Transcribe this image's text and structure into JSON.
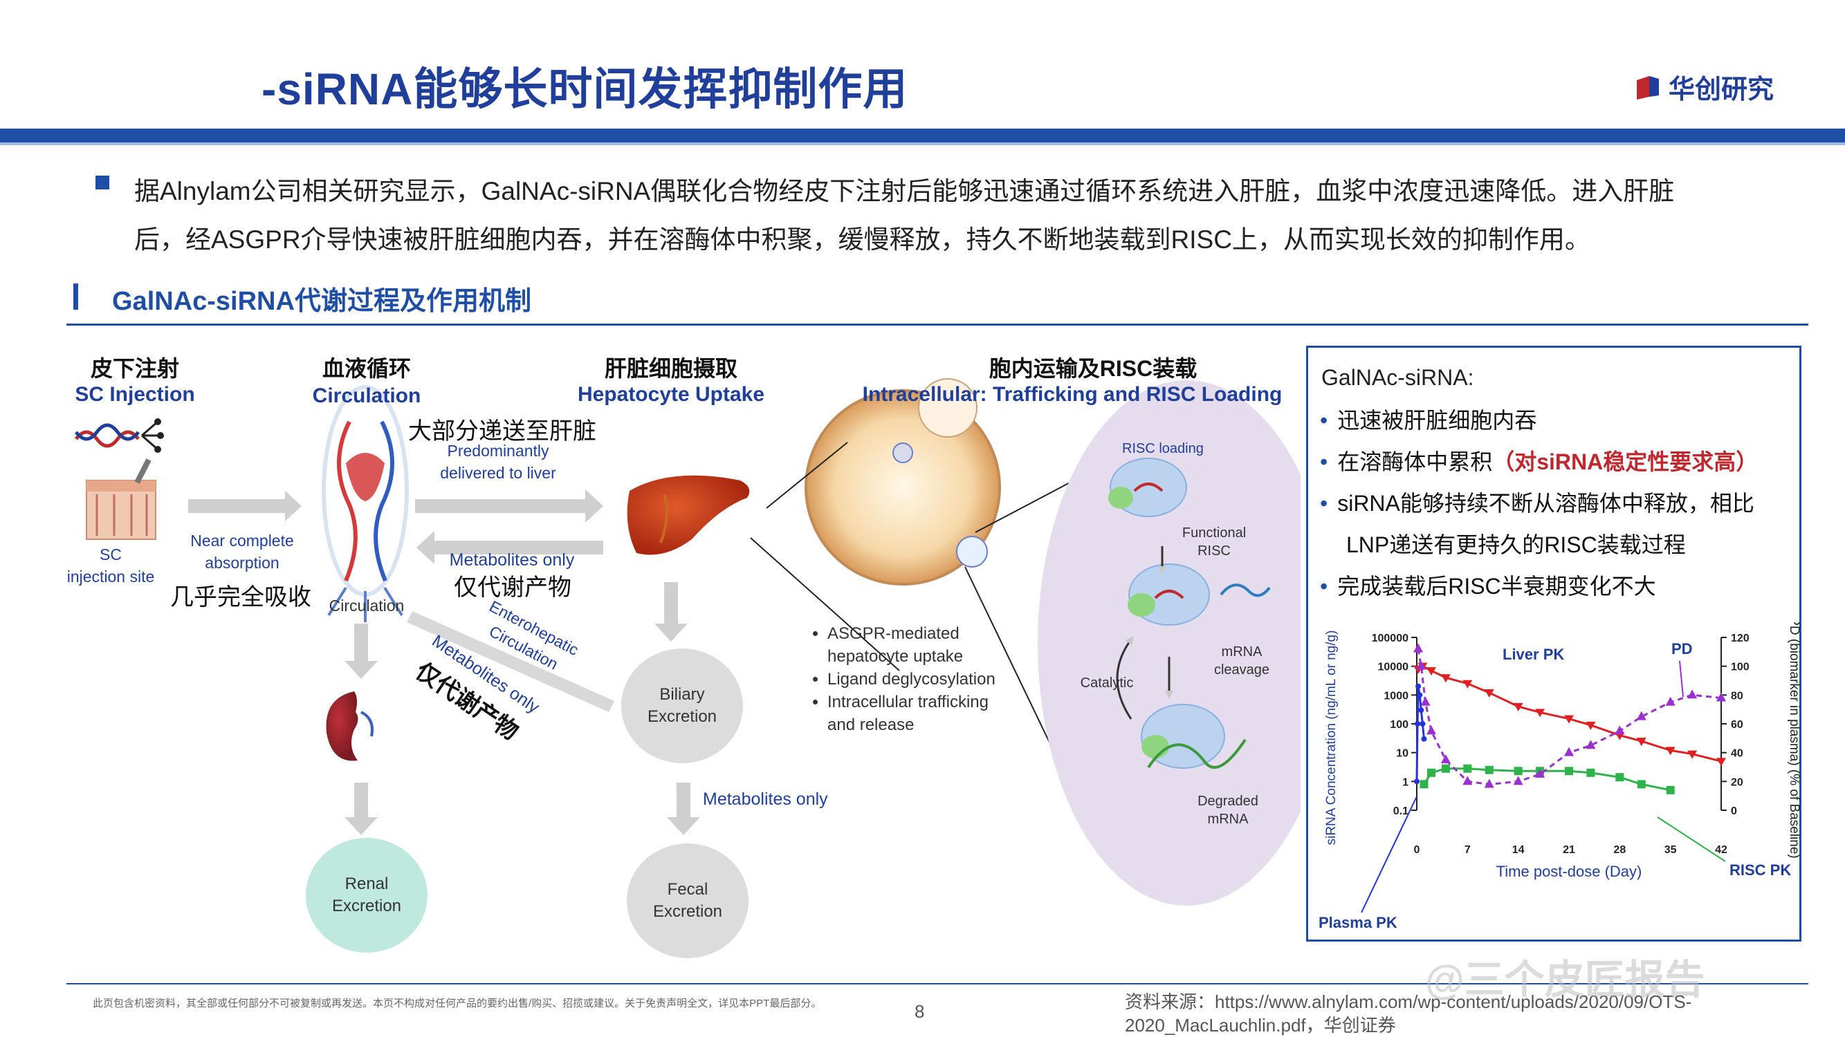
{
  "header": {
    "title": "-siRNA能够长时间发挥抑制作用",
    "logo_text": "华创研究"
  },
  "intro": {
    "line1": "据Alnylam公司相关研究显示，GalNAc-siRNA偶联化合物经皮下注射后能够迅速通过循环系统进入肝脏，血浆中浓度迅速降低。进入肝脏",
    "line2": "后，经ASGPR介导快速被肝脏细胞内吞，并在溶酶体中积聚，缓慢释放，持久不断地装载到RISC上，从而实现长效的抑制作用。"
  },
  "section_title": "GalNAc-siRNA代谢过程及作用机制",
  "diagram": {
    "col1": {
      "cn": "皮下注射",
      "en": "SC Injection"
    },
    "col2": {
      "cn": "血液循环",
      "en": "Circulation"
    },
    "col3": {
      "cn": "肝脏细胞摄取",
      "en": "Hepatocyte Uptake"
    },
    "col4": {
      "cn": "胞内运输及RISC装载",
      "en": "Intracellular: Trafficking and RISC Loading"
    },
    "sc_site_line1": "SC",
    "sc_site_line2": "injection site",
    "near_line1": "Near complete",
    "near_line2": "absorption",
    "near_cn": "几乎完全吸收",
    "deliver_cn": "大部分递送至肝脏",
    "deliver_line1": "Predominantly",
    "deliver_line2": "delivered to liver",
    "metab_en": "Metabolites only",
    "metab_cn": "仅代谢产物",
    "circulation_label": "Circulation",
    "entero_line1": "Enterohepatic",
    "entero_line2": "Circulation",
    "metab_diag_en": "Metabolites only",
    "metab_diag_cn": "仅代谢产物",
    "renal_line1": "Renal",
    "renal_line2": "Excretion",
    "biliary_line1": "Biliary",
    "biliary_line2": "Excretion",
    "fecal_metab": "Metabolites only",
    "fecal_line1": "Fecal",
    "fecal_line2": "Excretion",
    "bullets": [
      "ASGPR-mediated",
      "hepatocyte uptake",
      "Ligand deglycosylation",
      "Intracellular trafficking",
      "and release"
    ],
    "risc_loading": "RISC loading",
    "functional_line1": "Functional",
    "functional_line2": "RISC",
    "catalytic": "Catalytic",
    "mrna_line1": "mRNA",
    "mrna_line2": "cleavage",
    "degraded_line1": "Degraded",
    "degraded_line2": "mRNA"
  },
  "panel": {
    "heading": "GalNAc-siRNA:",
    "item1": "迅速被肝脏细胞内吞",
    "item2_main": "在溶酶体中累积",
    "item2_red": "（对siRNA稳定性要求高）",
    "item3_line1": "siRNA能够持续不断从溶酶体中释放，相比",
    "item3_line2": "LNP递送有更持久的RISC装载过程",
    "item4": "完成装载后RISC半衰期变化不大"
  },
  "chart_data": {
    "type": "line",
    "xlabel": "Time post-dose (Day)",
    "ylabel": "siRNA Concentration (ng/mL or ng/g)",
    "y2label": "PD (biomarker in plasma) (% of Baseline)",
    "x_ticks": [
      0,
      7,
      14,
      21,
      28,
      35,
      42
    ],
    "y_ticks": [
      "0.1",
      "1",
      "10",
      "100",
      "1000",
      "10000",
      "100000"
    ],
    "y2_ticks": [
      0,
      20,
      40,
      60,
      80,
      100,
      120
    ],
    "xlim": [
      0,
      42
    ],
    "ylim": [
      0.1,
      100000
    ],
    "y_scale": "log",
    "y2lim": [
      0,
      120
    ],
    "annotations": [
      "Liver PK",
      "PD",
      "RISC PK",
      "Plasma PK"
    ],
    "series": [
      {
        "name": "Liver PK",
        "color": "#e02020",
        "axis": "left",
        "x": [
          0.2,
          0.8,
          2,
          4,
          7,
          10,
          14,
          17,
          21,
          24,
          28,
          31,
          35,
          38,
          42
        ],
        "y": [
          8000,
          10000,
          7000,
          4000,
          2500,
          1200,
          400,
          250,
          150,
          90,
          40,
          25,
          12,
          9,
          5
        ]
      },
      {
        "name": "RISC PK",
        "color": "#2db34a",
        "axis": "left",
        "x": [
          1,
          2,
          4,
          7,
          10,
          14,
          17,
          21,
          24,
          28,
          31,
          35
        ],
        "y": [
          0.8,
          2,
          2.8,
          2.8,
          2.5,
          2.3,
          2.3,
          2.3,
          2.0,
          1.4,
          0.8,
          0.5
        ]
      },
      {
        "name": "Plasma PK",
        "color": "#2233dd",
        "axis": "left",
        "x": [
          0,
          0.1,
          0.2,
          0.4,
          0.6,
          0.8,
          1
        ],
        "y": [
          1,
          100,
          2000,
          1000,
          300,
          100,
          30
        ]
      },
      {
        "name": "PD",
        "color": "#9b30d0",
        "axis": "right",
        "x": [
          0.2,
          0.6,
          1.2,
          2,
          4,
          7,
          10,
          14,
          17,
          21,
          24,
          28,
          31,
          35,
          38,
          42
        ],
        "y": [
          112,
          100,
          75,
          55,
          35,
          20,
          18,
          20,
          25,
          40,
          45,
          55,
          65,
          75,
          80,
          78
        ]
      }
    ]
  },
  "footer": {
    "disclaimer": "此页包含机密资料，其全部或任何部分不可被复制或再发送。本页不构成对任何产品的要约出售/购买、招揽或建议。关于免责声明全文，详见本PPT最后部分。",
    "page": "8",
    "source_line1": "资料来源：https://www.alnylam.com/wp-content/uploads/2020/09/OTS-",
    "source_line2": "2020_MacLauchlin.pdf，华创证券",
    "watermark": "@三个皮匠报告"
  }
}
